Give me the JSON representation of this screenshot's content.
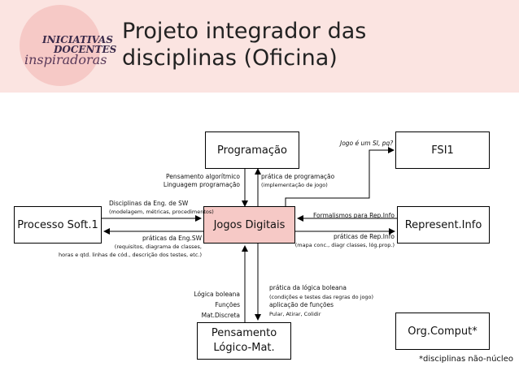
{
  "logo": {
    "line1": "INICIATIVAS",
    "line2": "DOCENTES",
    "line3": "inspiradoras"
  },
  "title": {
    "line1": "Projeto integrador das",
    "line2": "disciplinas (Oficina)"
  },
  "nodes": {
    "programacao": "Programação",
    "fsi1": "FSI1",
    "processo": "Processo Soft.1",
    "jogos": "Jogos Digitais",
    "represent": "Represent.Info",
    "pensamento_l1": "Pensamento",
    "pensamento_l2": "Lógico-Mat.",
    "org": "Org.Comput*"
  },
  "edge_labels": {
    "jogo_si": "Jogo é um SI, pq?",
    "pens_alg_1": "Pensamento algorítmico",
    "pens_alg_2": "Linguagem programação",
    "pratica_prog_1": "prática de programação",
    "pratica_prog_2": "(implementação de jogo)",
    "disc_eng_1": "Disciplinas da Eng. de SW",
    "disc_eng_2": "(modelagem, métricas, procedimentos)",
    "praticas_eng_1": "práticas da Eng.SW",
    "praticas_eng_2": "(requisitos, diagrama de classes,",
    "praticas_eng_3": "horas e qtd. linhas de cód., descrição dos testes, etc.)",
    "formalismos": "Formalismos para Rep.Info",
    "praticas_rep_1": "práticas de Rep.Info",
    "praticas_rep_2": "(mapa conc., diagr classes, lóg.prop.)",
    "logica_1": "Lógica boleana",
    "logica_2": "Funções",
    "logica_3": "Mat.Discreta",
    "pratica_log_1": "prática da lógica boleana",
    "pratica_log_2": "(condições e testes das regras do jogo)",
    "pratica_log_3": "aplicação de funções",
    "pratica_log_4": "Pular, Atirar, Colidir"
  },
  "footnote": "*disciplinas não-núcleo",
  "colors": {
    "header_bg": "#fbe4e1",
    "center_box": "#f6c9c6"
  }
}
